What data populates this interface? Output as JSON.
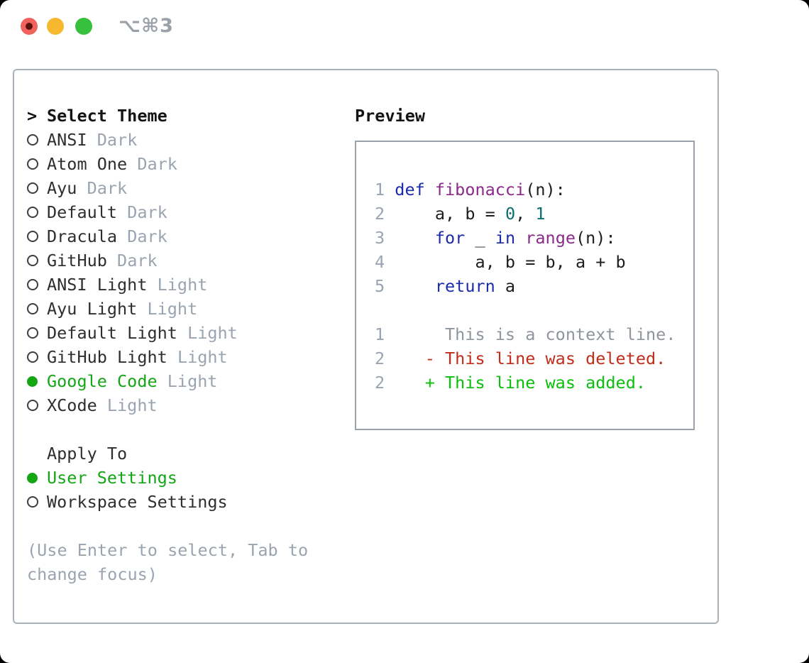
{
  "window": {
    "title": "⌥⌘3"
  },
  "theme_list": {
    "cursor": ">",
    "header": "Select Theme",
    "items": [
      {
        "name": "ANSI",
        "variant": "Dark",
        "selected": false
      },
      {
        "name": "Atom One",
        "variant": "Dark",
        "selected": false
      },
      {
        "name": "Ayu",
        "variant": "Dark",
        "selected": false
      },
      {
        "name": "Default",
        "variant": "Dark",
        "selected": false
      },
      {
        "name": "Dracula",
        "variant": "Dark",
        "selected": false
      },
      {
        "name": "GitHub",
        "variant": "Dark",
        "selected": false
      },
      {
        "name": "ANSI Light",
        "variant": "Light",
        "selected": false
      },
      {
        "name": "Ayu Light",
        "variant": "Light",
        "selected": false
      },
      {
        "name": "Default Light",
        "variant": "Light",
        "selected": false
      },
      {
        "name": "GitHub Light",
        "variant": "Light",
        "selected": false
      },
      {
        "name": "Google Code",
        "variant": "Light",
        "selected": true
      },
      {
        "name": "XCode",
        "variant": "Light",
        "selected": false
      }
    ]
  },
  "apply_to": {
    "header": "Apply To",
    "options": [
      {
        "label": "User Settings",
        "selected": true
      },
      {
        "label": "Workspace Settings",
        "selected": false
      }
    ]
  },
  "help_text": {
    "line1": "(Use Enter to select, Tab to",
    "line2": "change focus)"
  },
  "preview": {
    "header": "Preview",
    "lines": [
      {
        "num": "1",
        "tokens": [
          {
            "t": "def ",
            "c": "keyword"
          },
          {
            "t": "fibonacci",
            "c": "function"
          },
          {
            "t": "(n):",
            "c": "code"
          }
        ]
      },
      {
        "num": "2",
        "tokens": [
          {
            "t": "    a, b = ",
            "c": "code"
          },
          {
            "t": "0",
            "c": "number"
          },
          {
            "t": ", ",
            "c": "code"
          },
          {
            "t": "1",
            "c": "number"
          }
        ]
      },
      {
        "num": "3",
        "tokens": [
          {
            "t": "    ",
            "c": "code"
          },
          {
            "t": "for",
            "c": "keyword"
          },
          {
            "t": " _ ",
            "c": "code"
          },
          {
            "t": "in",
            "c": "keyword"
          },
          {
            "t": " ",
            "c": "code"
          },
          {
            "t": "range",
            "c": "function"
          },
          {
            "t": "(n):",
            "c": "code"
          }
        ]
      },
      {
        "num": "4",
        "tokens": [
          {
            "t": "        a, b = b, a + b",
            "c": "code"
          }
        ]
      },
      {
        "num": "5",
        "tokens": [
          {
            "t": "    ",
            "c": "code"
          },
          {
            "t": "return",
            "c": "keyword"
          },
          {
            "t": " a",
            "c": "code"
          }
        ]
      },
      {
        "num": "",
        "tokens": []
      },
      {
        "num": "1",
        "tokens": [
          {
            "t": "     This is a context line.",
            "c": "context"
          }
        ]
      },
      {
        "num": "2",
        "tokens": [
          {
            "t": "   - This line was deleted.",
            "c": "deleted"
          }
        ]
      },
      {
        "num": "2",
        "tokens": [
          {
            "t": "   + This line was added.",
            "c": "added"
          }
        ]
      }
    ]
  },
  "colors": {
    "accent": "#14a615",
    "added": "#0abf0b",
    "deleted": "#c42c1a",
    "keyword": "#1c2baa",
    "function": "#8b2a8b",
    "number": "#0e6e6e",
    "code": "#1d1d1d",
    "text": "#2e2e2e",
    "muted": "#9aa4b0",
    "context": "#8f959d",
    "panel_border": "#a9b1ba",
    "box_border": "#9aa3ac",
    "title": "#9aa1a9",
    "light_red": "#f2625c",
    "light_red_dot": "#5a130b",
    "light_yellow": "#f5b82e",
    "light_green": "#36c03c"
  }
}
